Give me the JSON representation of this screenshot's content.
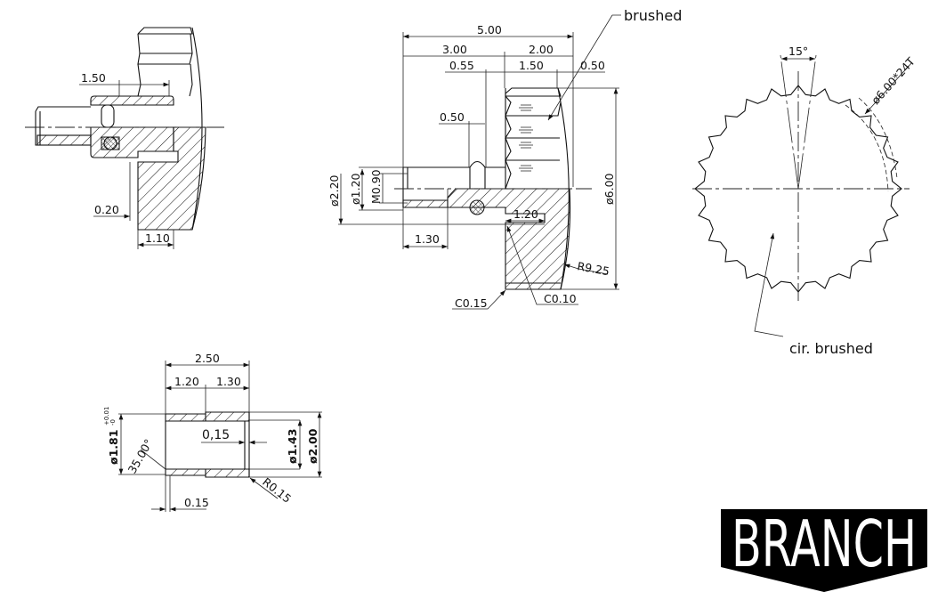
{
  "notes": {
    "brushed": "brushed",
    "cir_brushed": "cir. brushed"
  },
  "left_view": {
    "dims": {
      "d150": "1.50",
      "d020": "0.20",
      "d110": "1.10"
    }
  },
  "section_view": {
    "dims": {
      "d500": "5.00",
      "d300": "3.00",
      "d200": "2.00",
      "d055": "0.55",
      "d150": "1.50",
      "d050a": "0.50",
      "d050b": "0.50",
      "dia220": "ø2.20",
      "dia120": "ø1.20",
      "m090": "M0.90",
      "d130": "1.30",
      "d120": "1.20",
      "dia600": "ø6.00",
      "r925": "R9.25",
      "c015": "C0.15",
      "c010": "C0.10"
    }
  },
  "tube_view": {
    "dims": {
      "d250": "2.50",
      "d120": "1.20",
      "d130": "1.30",
      "dia181": "ø1.81",
      "tol_plus": "+0.01",
      "tol_minus": "-0",
      "d015a": "0,15",
      "dia143": "ø1.43",
      "dia200": "ø2.00",
      "ang35": "35.00°",
      "r015": "R0.15",
      "d015b": "0.15"
    }
  },
  "front_view": {
    "teeth": 24,
    "dims": {
      "angle": "15°",
      "knurl": "ø6.00*24T"
    }
  },
  "logo": {
    "text": "BRANCH"
  }
}
